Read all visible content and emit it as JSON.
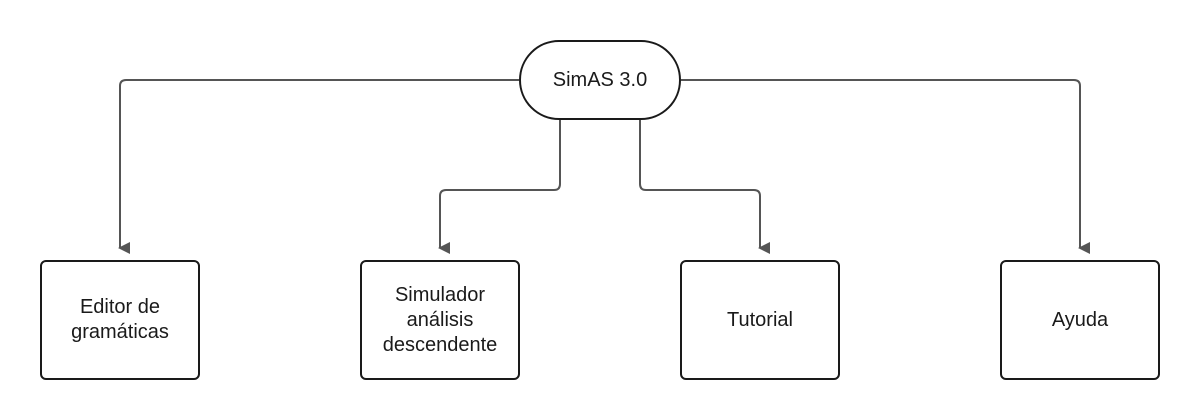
{
  "diagram": {
    "root": {
      "label": "SimAS 3.0"
    },
    "children": [
      {
        "id": "editor",
        "label": "Editor de\ngramáticas"
      },
      {
        "id": "simulador",
        "label": "Simulador\nanálisis\ndescendente"
      },
      {
        "id": "tutorial",
        "label": "Tutorial"
      },
      {
        "id": "ayuda",
        "label": "Ayuda"
      }
    ],
    "colors": {
      "stroke": "#1a1a1a",
      "connector": "#555555",
      "background": "#ffffff"
    }
  }
}
